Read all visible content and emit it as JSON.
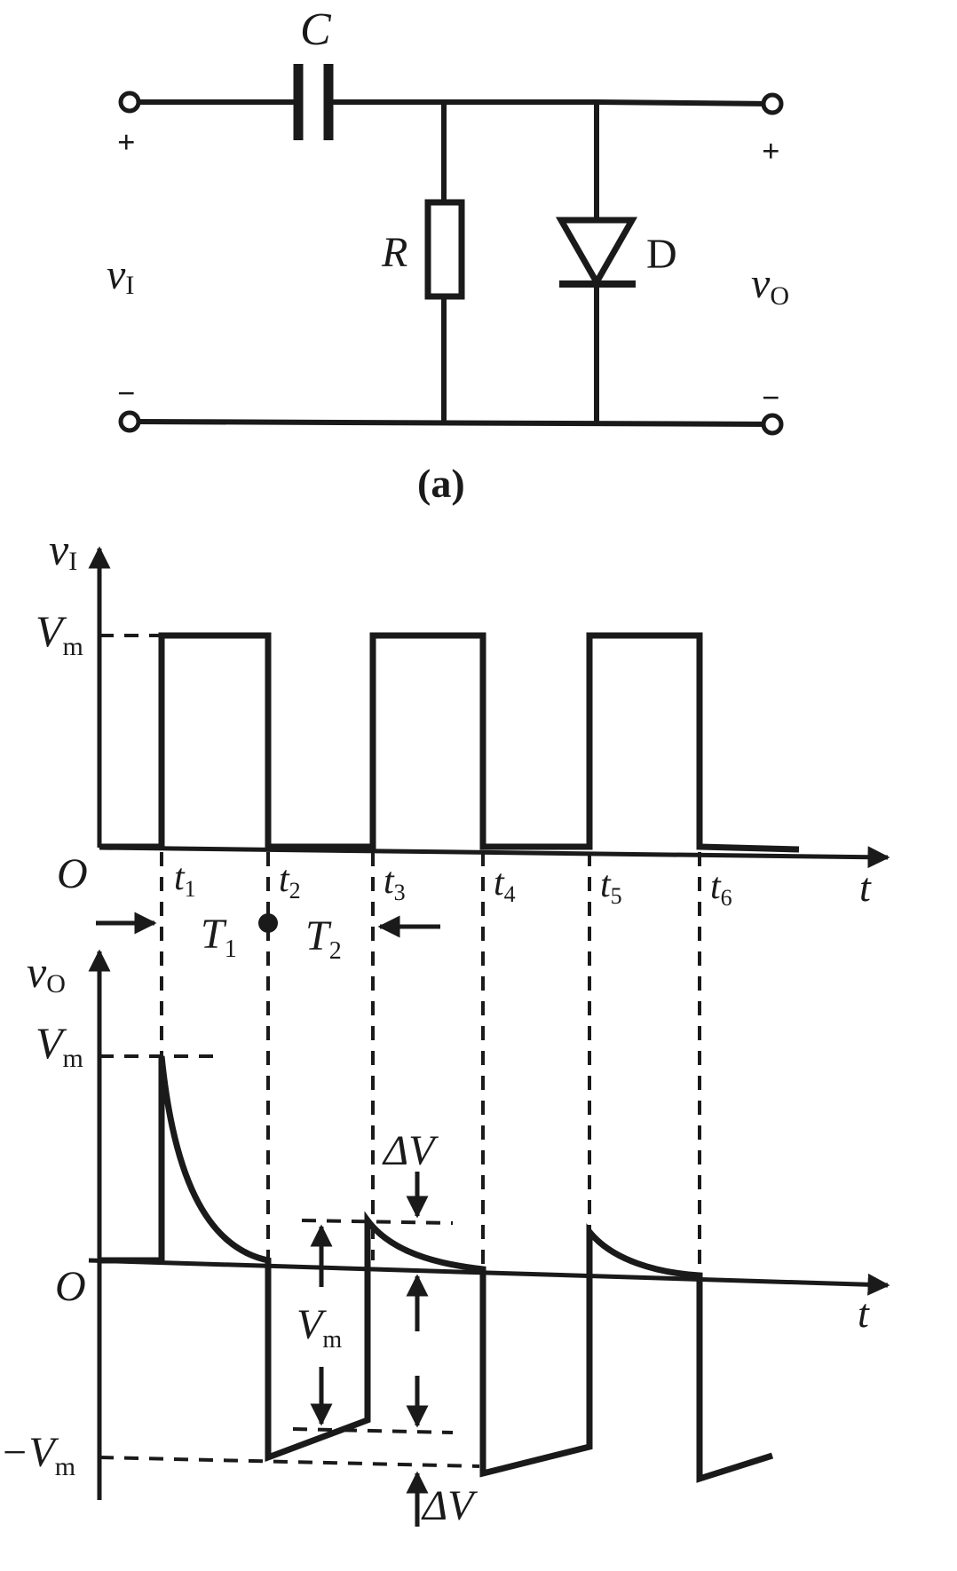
{
  "circuit": {
    "capacitor_label": "C",
    "resistor_label": "R",
    "diode_label": "D",
    "input_label": "v",
    "input_sub": "I",
    "output_label": "v",
    "output_sub": "O",
    "plus": "+",
    "minus": "−",
    "caption": "(a)"
  },
  "waveform_in": {
    "y_label": "v",
    "y_sub": "I",
    "vm_label": "V",
    "vm_sub": "m",
    "origin": "O",
    "t_axis": "t",
    "time_marks": [
      {
        "text": "t",
        "sub": "1"
      },
      {
        "text": "t",
        "sub": "2"
      },
      {
        "text": "t",
        "sub": "3"
      },
      {
        "text": "t",
        "sub": "4"
      },
      {
        "text": "t",
        "sub": "5"
      },
      {
        "text": "t",
        "sub": "6"
      }
    ],
    "period_labels": [
      {
        "text": "T",
        "sub": "1"
      },
      {
        "text": "T",
        "sub": "2"
      }
    ]
  },
  "waveform_out": {
    "y_label": "v",
    "y_sub": "O",
    "vm_label": "V",
    "vm_sub": "m",
    "neg_vm_label": "−V",
    "neg_vm_sub": "m",
    "origin": "O",
    "t_axis": "t",
    "delta_v_top": "ΔV",
    "delta_v_bottom": "ΔV",
    "vm_mid_label": "V",
    "vm_mid_sub": "m"
  }
}
